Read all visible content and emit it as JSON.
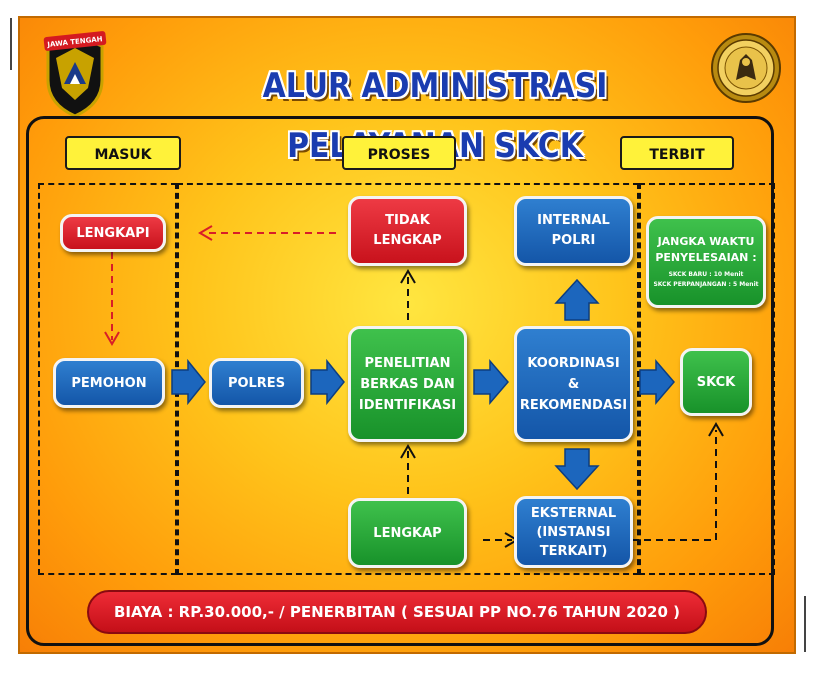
{
  "title": "ALUR ADMINISTRASI PELAYANAN SKCK",
  "logo_left_text": "JAWA TENGAH",
  "sections": {
    "masuk": "MASUK",
    "proses": "PROSES",
    "terbit": "TERBIT"
  },
  "nodes": {
    "lengkapi": "LENGKAPI",
    "pemohon": "PEMOHON",
    "polres": "POLRES",
    "tidak_lengkap": [
      "TIDAK",
      "LENGKAP"
    ],
    "penelitian": [
      "PENELITIAN",
      "BERKAS DAN",
      "IDENTIFIKASI"
    ],
    "lengkap": "LENGKAP",
    "internal": [
      "INTERNAL",
      "POLRI"
    ],
    "koordinasi": [
      "KOORDINASI",
      "&",
      "REKOMENDASI"
    ],
    "eksternal": [
      "EKSTERNAL",
      "(INSTANSI",
      "TERKAIT)"
    ],
    "skck": "SKCK",
    "jangka_title": [
      "JANGKA WAKTU",
      "PENYELESAIAN :"
    ],
    "jangka_baru": "SKCK BARU : 10 Menit",
    "jangka_perpanjangan": "SKCK PERPANJANGAN : 5 Menit"
  },
  "fee": "BIAYA : RP.30.000,- / PENERBITAN ( SESUAI PP NO.76 TAHUN 2020 )",
  "colors": {
    "blue": "#1c66bd",
    "green": "#2aa83a",
    "red": "#d81e28",
    "label_yellow": "#fff23a",
    "title_blue": "#1a3cb0"
  }
}
